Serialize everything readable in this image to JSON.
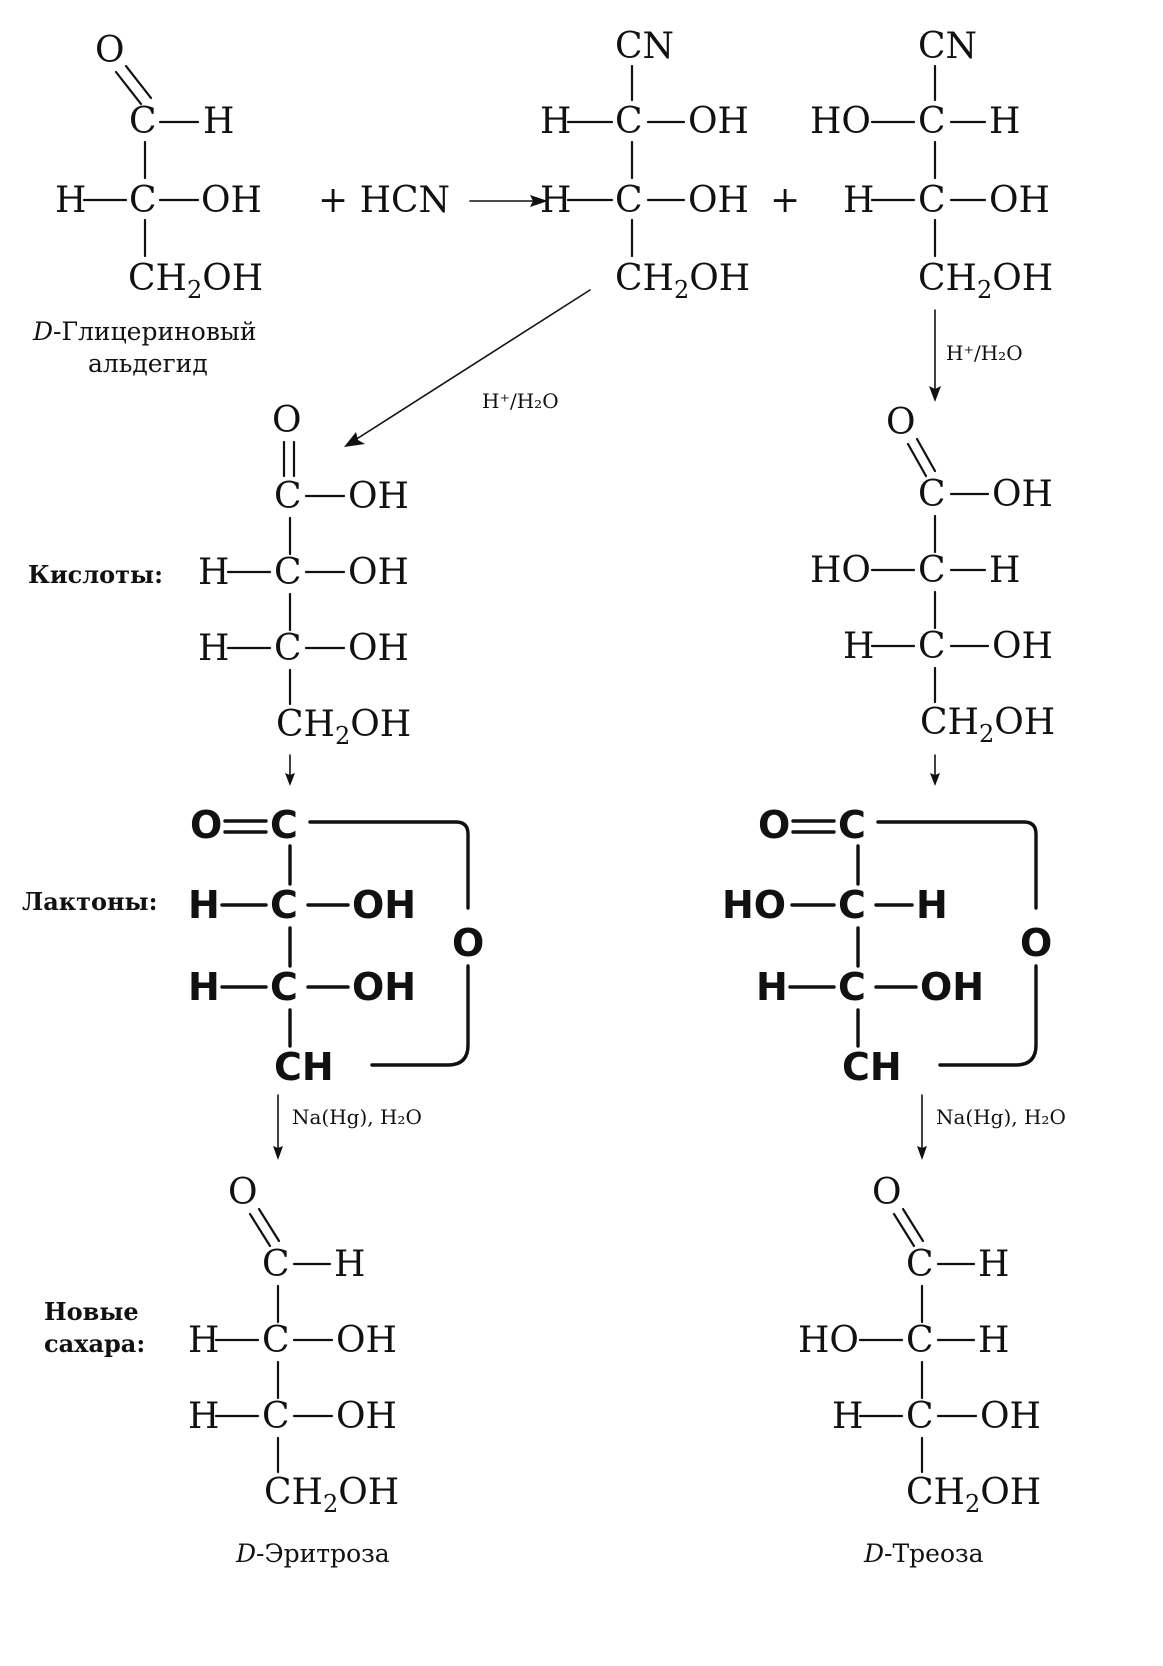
{
  "labels": {
    "reagent_hcn": "+ HCN",
    "plus": "+",
    "glyceraldehyde_d": "D",
    "glyceraldehyde_line1": "-Глицериновый",
    "glyceraldehyde_line2": "альдегид",
    "acids": "Кислоты:",
    "lactones": "Лактоны:",
    "new_sugars_line1": "Новые",
    "new_sugars_line2": "сахара:",
    "erythrose_d": "D",
    "erythrose": "-Эритроза",
    "threose_d": "D",
    "threose": "-Треоза"
  },
  "conditions": {
    "hydrolysis": "H⁺/H₂O",
    "reduction": "Na(Hg), H₂O"
  },
  "atoms": {
    "O": "O",
    "H": "H",
    "C": "C",
    "CN": "CN",
    "OH": "OH",
    "HO": "HO",
    "CH": "CH",
    "CH2OH_a": "CH",
    "CH2OH_sub": "2",
    "CH2OH_b": "OH",
    "O_double_C": "O═C"
  }
}
